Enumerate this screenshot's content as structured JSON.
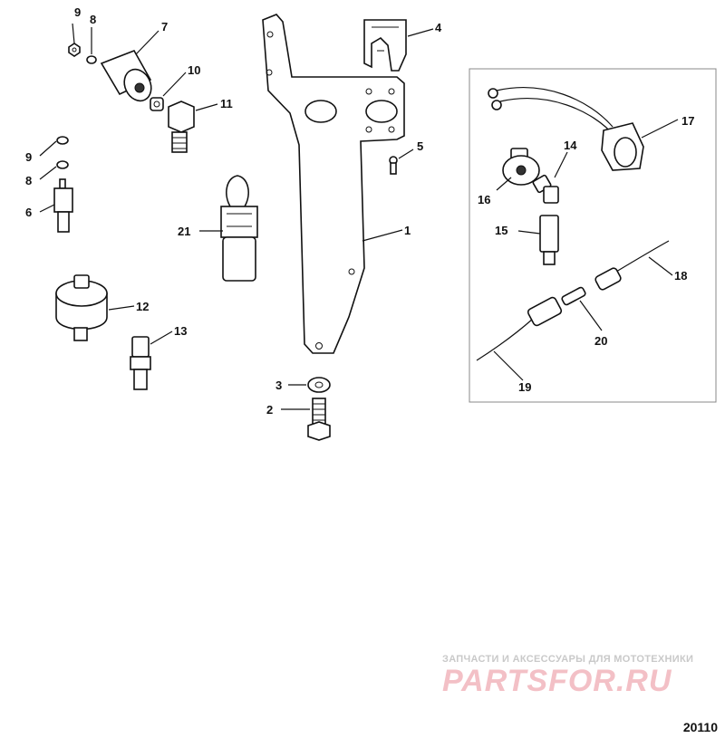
{
  "callouts": {
    "c1": "1",
    "c2": "2",
    "c3": "3",
    "c4": "4",
    "c5": "5",
    "c6": "6",
    "c7": "7",
    "c8a": "8",
    "c8b": "8",
    "c9a": "9",
    "c9b": "9",
    "c10": "10",
    "c11": "11",
    "c12": "12",
    "c13": "13",
    "c14": "14",
    "c15": "15",
    "c16": "16",
    "c17": "17",
    "c18": "18",
    "c19": "19",
    "c20": "20",
    "c21": "21"
  },
  "watermark": {
    "subtitle": "ЗАПЧАСТИ И АКСЕССУАРЫ ДЛЯ МОТОТЕХНИКИ",
    "logo": "PARTSFOR.RU"
  },
  "diagram_id": "20110",
  "colors": {
    "line": "#111111",
    "watermark_red": "#f3c0c6",
    "watermark_gray": "#c9c9c9"
  }
}
